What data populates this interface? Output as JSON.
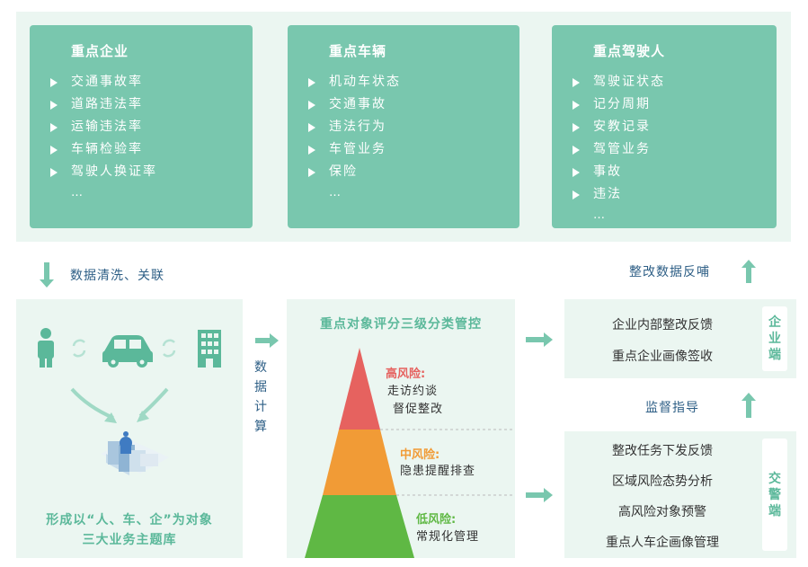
{
  "cards": [
    {
      "title": "重点企业",
      "items": [
        "交通事故率",
        "道路违法率",
        "运输违法率",
        "车辆检验率",
        "驾驶人换证率"
      ],
      "more": "…"
    },
    {
      "title": "重点车辆",
      "items": [
        "机动车状态",
        "交通事故",
        "违法行为",
        "车管业务",
        "保险"
      ],
      "more": "…"
    },
    {
      "title": "重点驾驶人",
      "items": [
        "驾驶证状态",
        "记分周期",
        "安教记录",
        "驾管业务",
        "事故",
        "违法"
      ],
      "more": "…"
    }
  ],
  "flow": {
    "clean_label": "数据清洗、关联",
    "calc_chars": [
      "数",
      "据",
      "计",
      "算"
    ],
    "feedback_label": "整改数据反哺",
    "supervise_label": "监督指导"
  },
  "left_panel": {
    "caption_line1": "形成以“人、车、企”为对象",
    "caption_line2": "三大业务主题库",
    "icons": [
      "person-icon",
      "cycle-icon",
      "car-icon",
      "cycle-icon",
      "building-icon",
      "database-icon"
    ]
  },
  "pyramid": {
    "title": "重点对象评分三级分类管控",
    "levels": [
      {
        "label": "高风险:",
        "actions": [
          "走访约谈",
          "督促整改"
        ],
        "color": "#e6625f"
      },
      {
        "label": "中风险:",
        "actions": [
          "隐患提醒排查"
        ],
        "color": "#f19b36"
      },
      {
        "label": "低风险:",
        "actions": [
          "常规化管理"
        ],
        "color": "#5fb844"
      }
    ]
  },
  "enterprise_end": {
    "side_label": [
      "企",
      "业",
      "端"
    ],
    "items": [
      "企业内部整改反馈",
      "重点企业画像签收"
    ]
  },
  "police_end": {
    "side_label": [
      "交",
      "警",
      "端"
    ],
    "items": [
      "整改任务下发反馈",
      "区域风险态势分析",
      "高风险对象预警",
      "重点人车企画像管理"
    ]
  },
  "colors": {
    "accent": "#79c7ae",
    "band": "#ebf6f1",
    "title_green": "#5bb89a",
    "flow_blue": "#2e5f86"
  }
}
